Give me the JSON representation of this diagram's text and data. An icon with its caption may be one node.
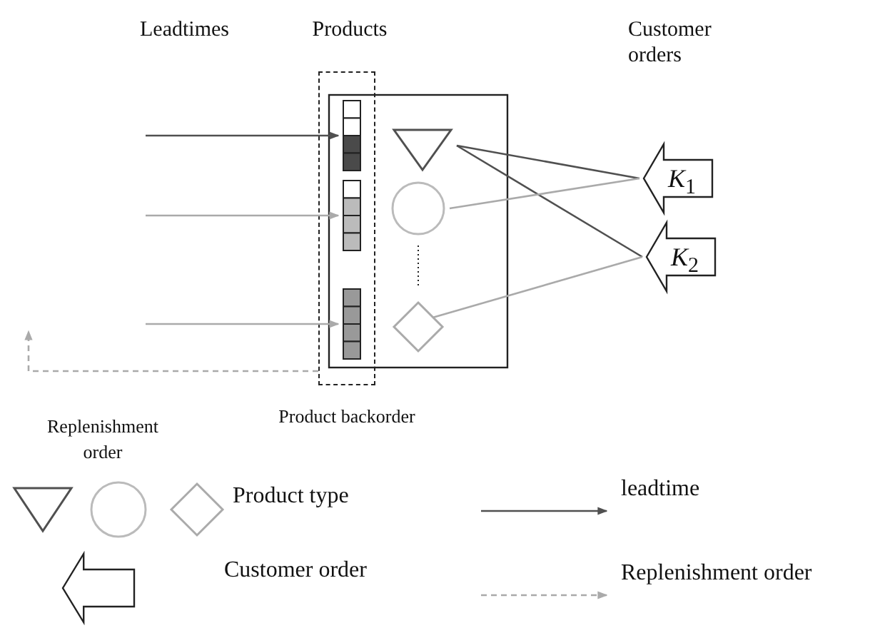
{
  "diagram": {
    "nodes": [
      {
        "text": [],
        "shape": "box"
      },
      {
        "text": [
          "Product backorder"
        ]
      },
      {
        "text": [],
        "shape": "bar"
      },
      {
        "text": [],
        "shape": "bar"
      },
      {
        "text": [],
        "shape": "bar"
      },
      {
        "text": [],
        "shape": "triangle",
        "in": 0
      },
      {
        "text": [],
        "shape": "circle",
        "in": 0
      },
      {
        "text": [],
        "shape": "diamond",
        "in": 0
      },
      {
        "text": [
          "*K*$_{1}$"
        ]
      },
      {
        "text": [
          "*K*$_{2}$"
        ]
      }
    ],
    "edges": [
      {
        "from": null,
        "to": 2,
        "arrow": "to",
        "color": "#505050"
      },
      {
        "from": null,
        "to": 3,
        "arrow": "to"
      },
      {
        "from": null,
        "to": 4,
        "arrow": "to"
      },
      {
        "from": 5,
        "to": 8,
        "arrow": "none",
        "color": "#505050"
      },
      {
        "from": 5,
        "to": 9,
        "arrow": "none",
        "color": "#505050"
      },
      {
        "from": 6,
        "to": 8,
        "arrow": "none"
      },
      {
        "from": 7,
        "to": 9,
        "arrow": "none"
      },
      {
        "from": 1,
        "to": null,
        "arrow": "to",
        "style": "dashed"
      }
    ],
    "labels": [
      "Leadtimes",
      "Products",
      "Customer orders",
      "Replenishment order"
    ],
    "legend": [
      {
        "text": "Product type"
      },
      {
        "text": "leadtime"
      },
      {
        "text": "Customer order"
      },
      {
        "text": "Replenishment order"
      }
    ]
  }
}
